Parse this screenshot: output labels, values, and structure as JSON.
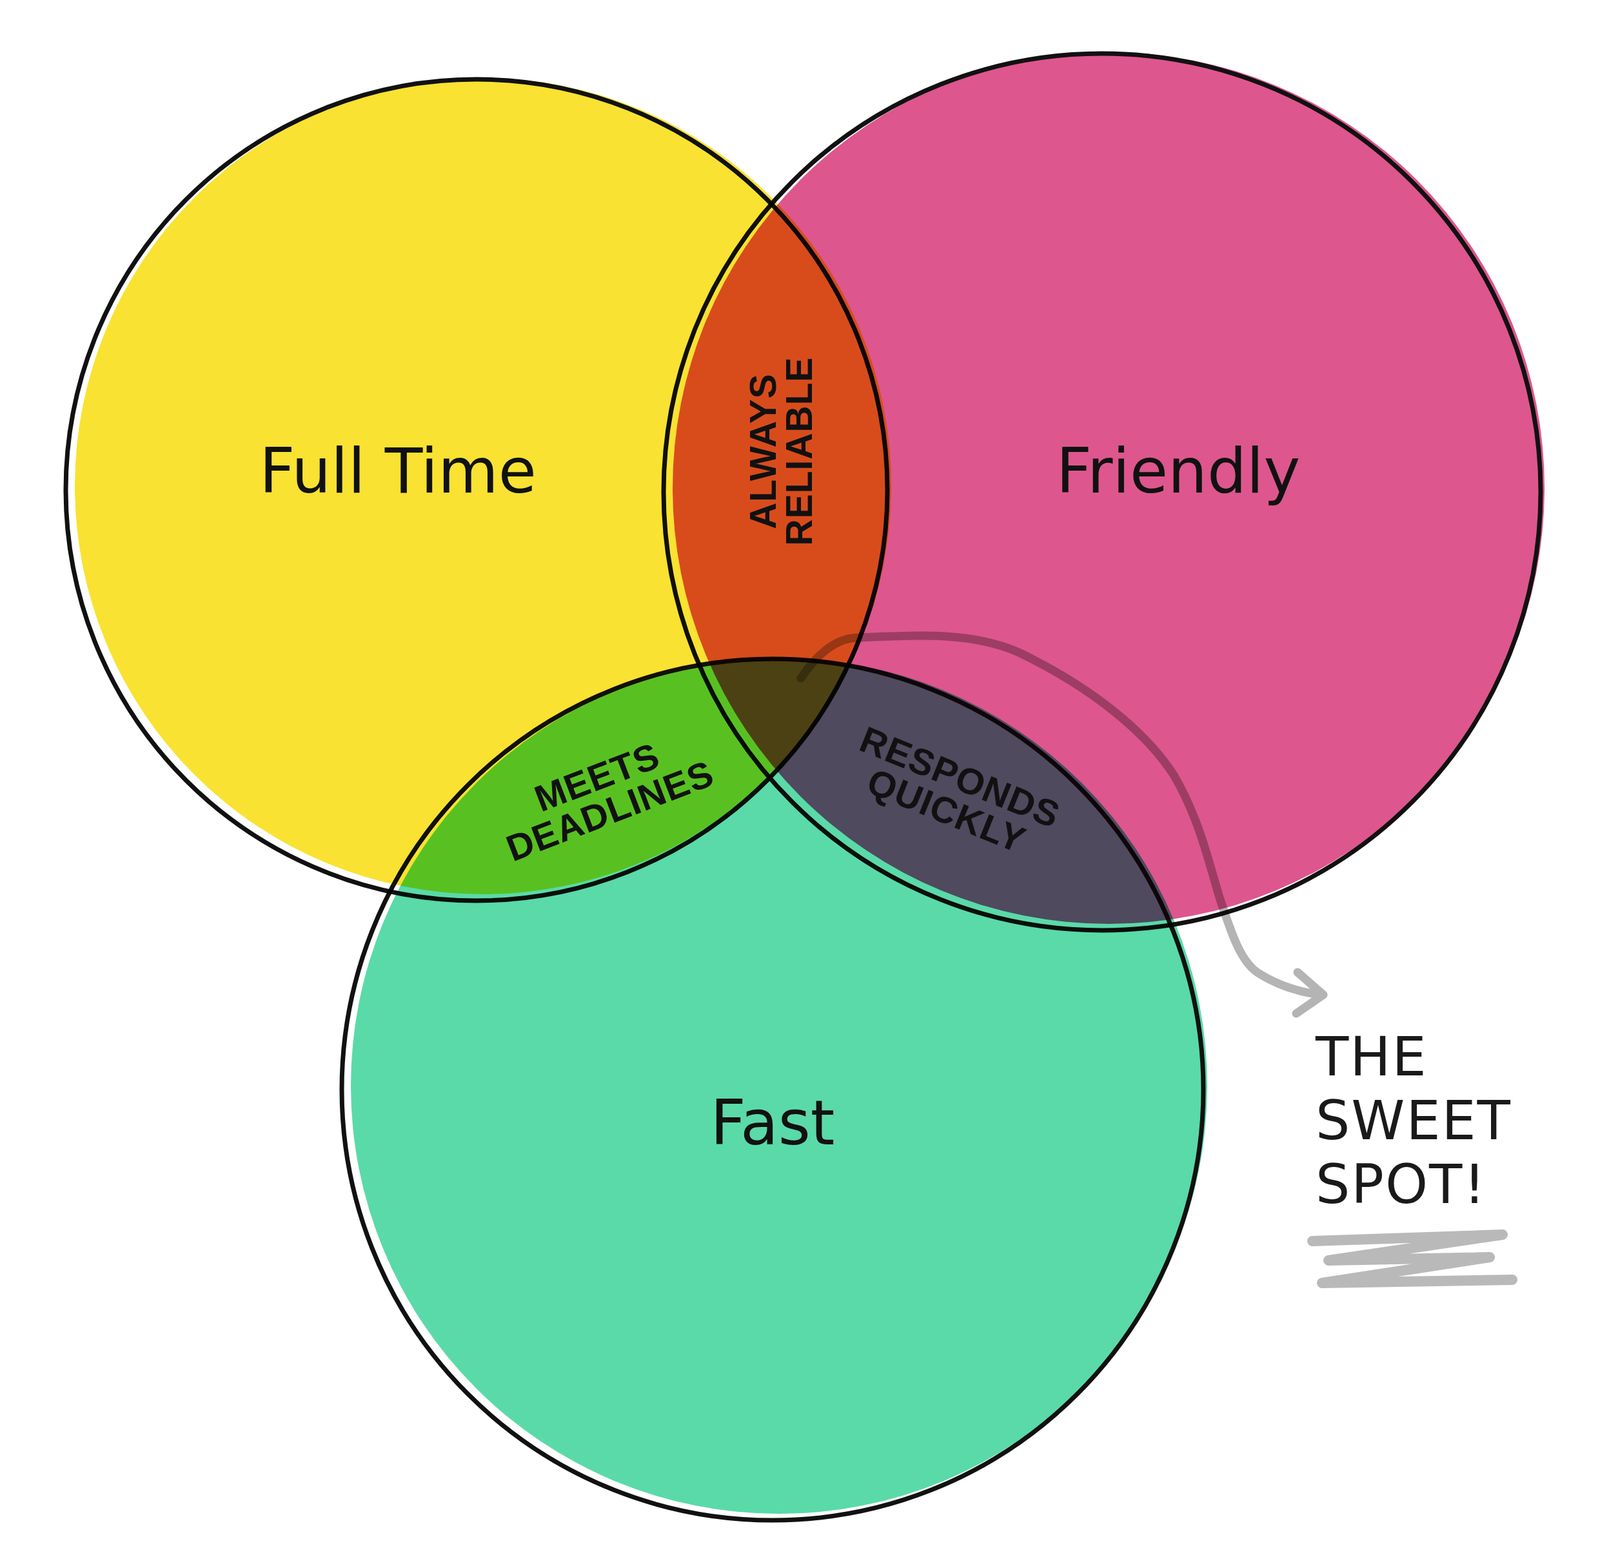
{
  "diagram": {
    "nodes": [
      {
        "text": [
          "Full Time"
        ]
      },
      {
        "text": [
          "Friendly"
        ]
      },
      {
        "text": [
          "Fast"
        ]
      }
    ],
    "labels": [
      "ALWAYS RELIABLE",
      "MEETS DEADLINES",
      "RESPONDS QUICKLY",
      "THE SWEET SPOT!"
    ]
  }
}
